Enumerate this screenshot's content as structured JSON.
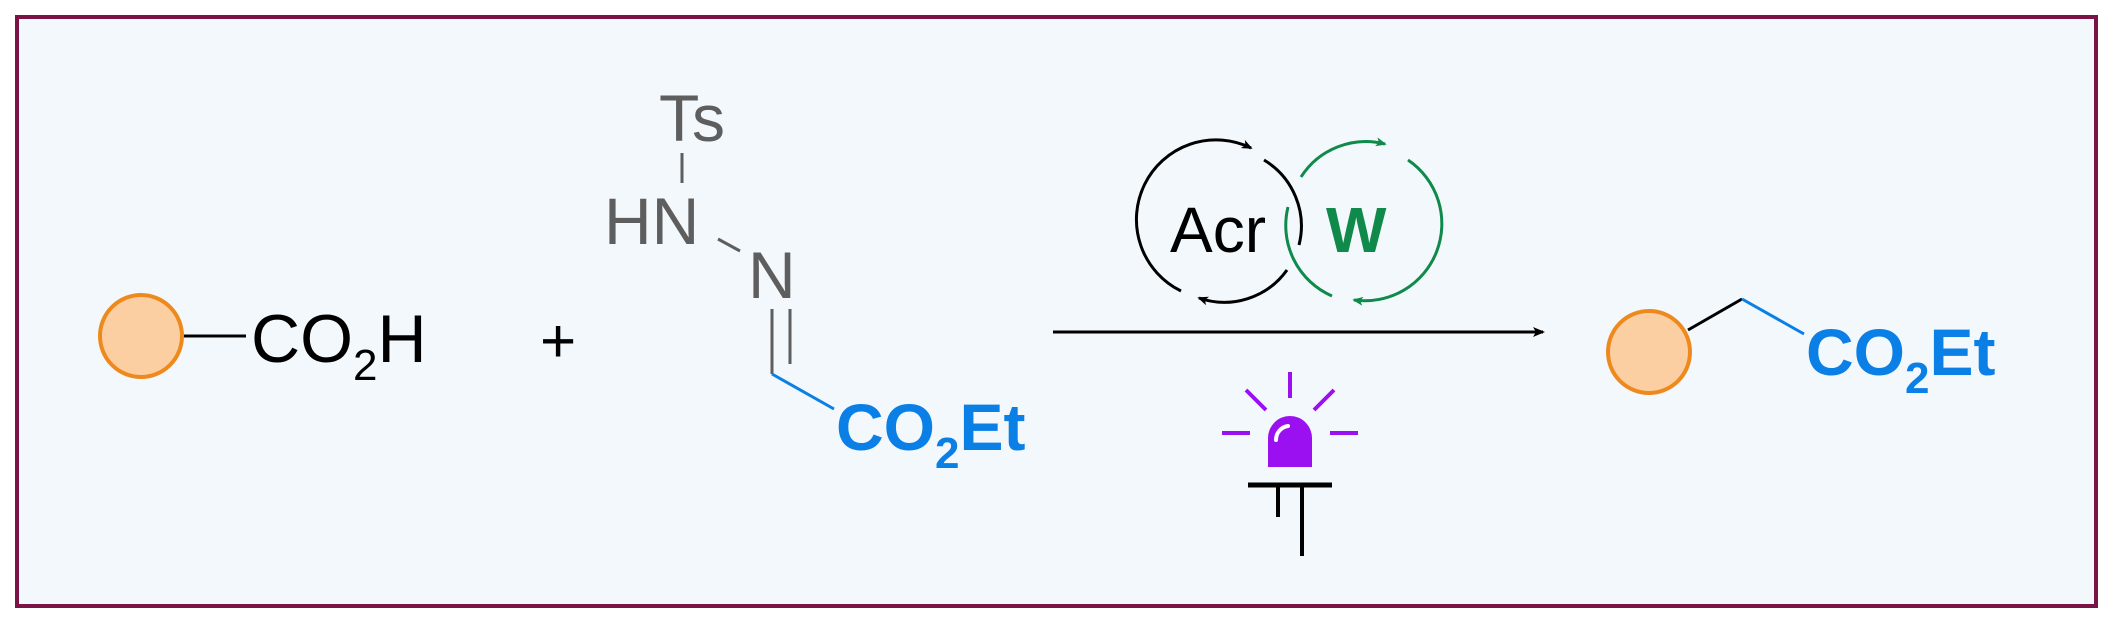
{
  "colors": {
    "frame_border": "#7a1447",
    "frame_fill": "#f3f8fc",
    "substituent_fill": "#fccfa3",
    "substituent_stroke": "#ee8a1d",
    "ester_blue": "#0a7fe6",
    "hydrazone_gray": "#5e5e5e",
    "catalyst_green": "#0f8a4a",
    "light_purple": "#9b10f0",
    "black": "#000000"
  },
  "reactant1": {
    "substituent_icon": "orange-circle",
    "group_main": "CO",
    "group_sub": "2",
    "group_end": "H"
  },
  "plus_sign": "+",
  "reactant2": {
    "ts": "Ts",
    "hn": "HN",
    "n": "N",
    "ester_main": "CO",
    "ester_sub": "2",
    "ester_end": "Et"
  },
  "catalysts": {
    "photocatalyst": "Acr",
    "cocatalyst": "W"
  },
  "conditions": {
    "light_icon": "purple-led-icon"
  },
  "product": {
    "substituent_icon": "orange-circle",
    "ester_main": "CO",
    "ester_sub": "2",
    "ester_end": "Et"
  }
}
